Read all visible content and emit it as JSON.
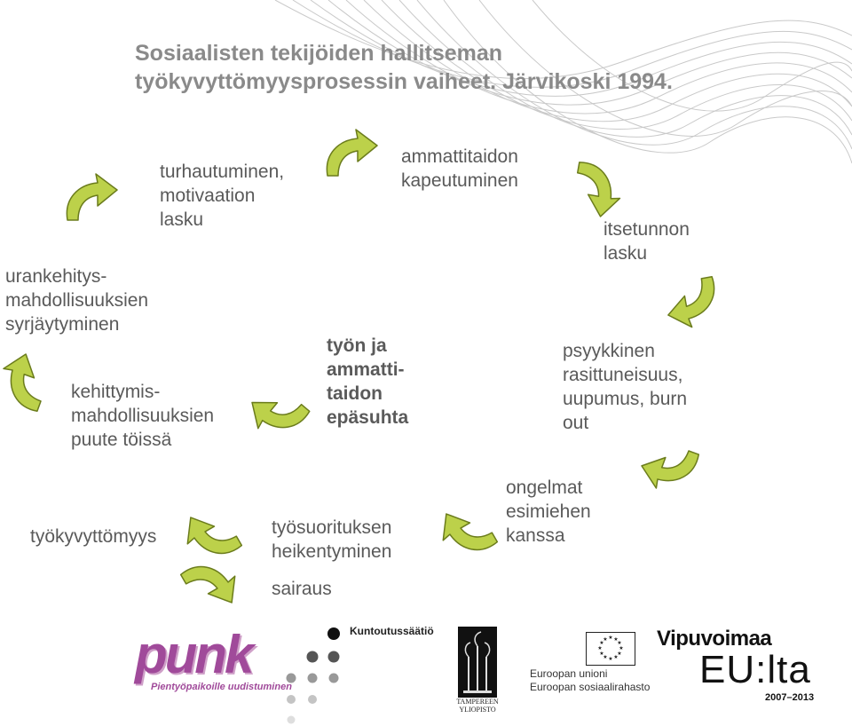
{
  "title": {
    "line1": "Sosiaalisten tekijöiden hallitseman",
    "line2": "työkyvyttömyysprosessin vaiheet. Järvikoski 1994."
  },
  "nodes": {
    "urankehitys": [
      "urankehitys-",
      "mahdollisuuksien",
      "syrjäytyminen"
    ],
    "turhautuminen": [
      "turhautuminen,",
      "motivaation",
      "lasku"
    ],
    "kapeutuminen": [
      "ammattitaidon",
      "kapeutuminen"
    ],
    "itsetunto": [
      "itsetunnon",
      "lasku"
    ],
    "kehittymis": [
      "kehittymis-",
      "mahdollisuuksien",
      "puute töissä"
    ],
    "epasuhta": [
      "työn ja",
      "ammatti-",
      "taidon",
      "epäsuhta"
    ],
    "psyykkinen": [
      "psyykkinen",
      "rasittuneisuus,",
      "uupumus, burn",
      "out"
    ],
    "ongelmat": [
      "ongelmat",
      "esimiehen",
      "kanssa"
    ],
    "tyokyvyttomyys": [
      "työkyvyttömyys"
    ],
    "tyosuoritus": [
      "työsuorituksen",
      "heikentyminen"
    ],
    "sairaus": [
      "sairaus"
    ]
  },
  "colors": {
    "arrow_fill": "#bcd14a",
    "arrow_stroke": "#6b7c1c",
    "text": "#5a5a5a",
    "title": "#8a8a8a"
  },
  "logos": {
    "punk": {
      "word": "punk",
      "tagline": "Pientyöpaikoille uudistuminen"
    },
    "kuntoutussaatio": "Kuntoutussäätiö",
    "tampere": [
      "TAMPEREEN",
      "YLIOPISTO"
    ],
    "eu": [
      "Euroopan unioni",
      "Euroopan sosiaalirahasto"
    ],
    "vipuvoimaa": {
      "title": "Vipuvoimaa",
      "eu": "EU:lta",
      "years": "2007–2013"
    }
  }
}
